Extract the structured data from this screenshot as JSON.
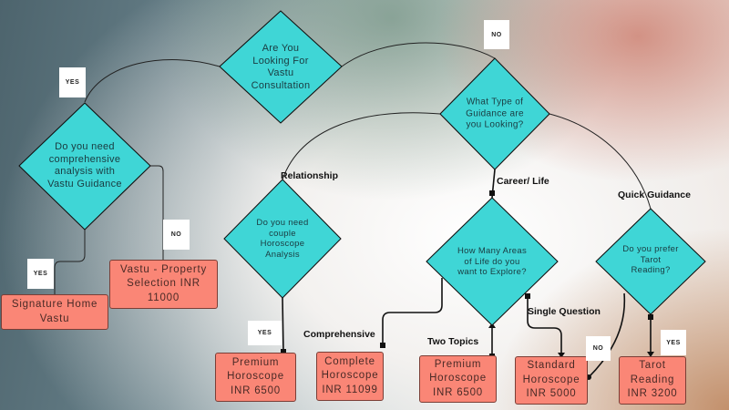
{
  "title": "Vastu & Horoscope Consultation Decision Flowchart",
  "colors": {
    "decision_fill": "#3fd6d6",
    "outcome_fill": "#fa8676",
    "connector": "#111111",
    "tag_bg": "#ffffff"
  },
  "decisions": {
    "vastu_consult": "Are You\nLooking For\nVastu\nConsultation",
    "comprehensive_vastu": "Do you need\ncomprehensive\nanalysis with\nVastu Guidance",
    "guidance_type": "What Type of\nGuidance are\nyou Looking?",
    "couple_horoscope": "Do you need\ncouple\nHoroscope\nAnalysis",
    "areas_of_life": "How Many Areas\nof Life do you\nwant to Explore?",
    "tarot_pref": "Do you prefer\nTarot\nReading?"
  },
  "outcomes": {
    "signature_home": "Signature Home\nVastu",
    "vastu_property": "Vastu - Property\nSelection  INR\n11000",
    "premium_left": "Premium\nHoroscope\nINR 6500",
    "complete_horoscope": "Complete\nHoroscope\nINR 11099",
    "premium_mid": "Premium\nHoroscope\nINR 6500",
    "standard_horoscope": "Standard\nHoroscope\nINR 5000",
    "tarot_reading": "Tarot\nReading\nINR 3200"
  },
  "tags": {
    "yes_vastu": "YES",
    "no_vastu": "NO",
    "no_comprehensive": "NO",
    "yes_comprehensive": "YES",
    "yes_couple": "YES",
    "no_tarot": "NO",
    "yes_tarot": "YES"
  },
  "edge_labels": {
    "relationship": "Relationship",
    "career_life": "Career/ Life",
    "quick_guidance": "Quick Guidance",
    "comprehensive": "Comprehensive",
    "two_topics": "Two Topics",
    "single_question": "Single Question"
  }
}
